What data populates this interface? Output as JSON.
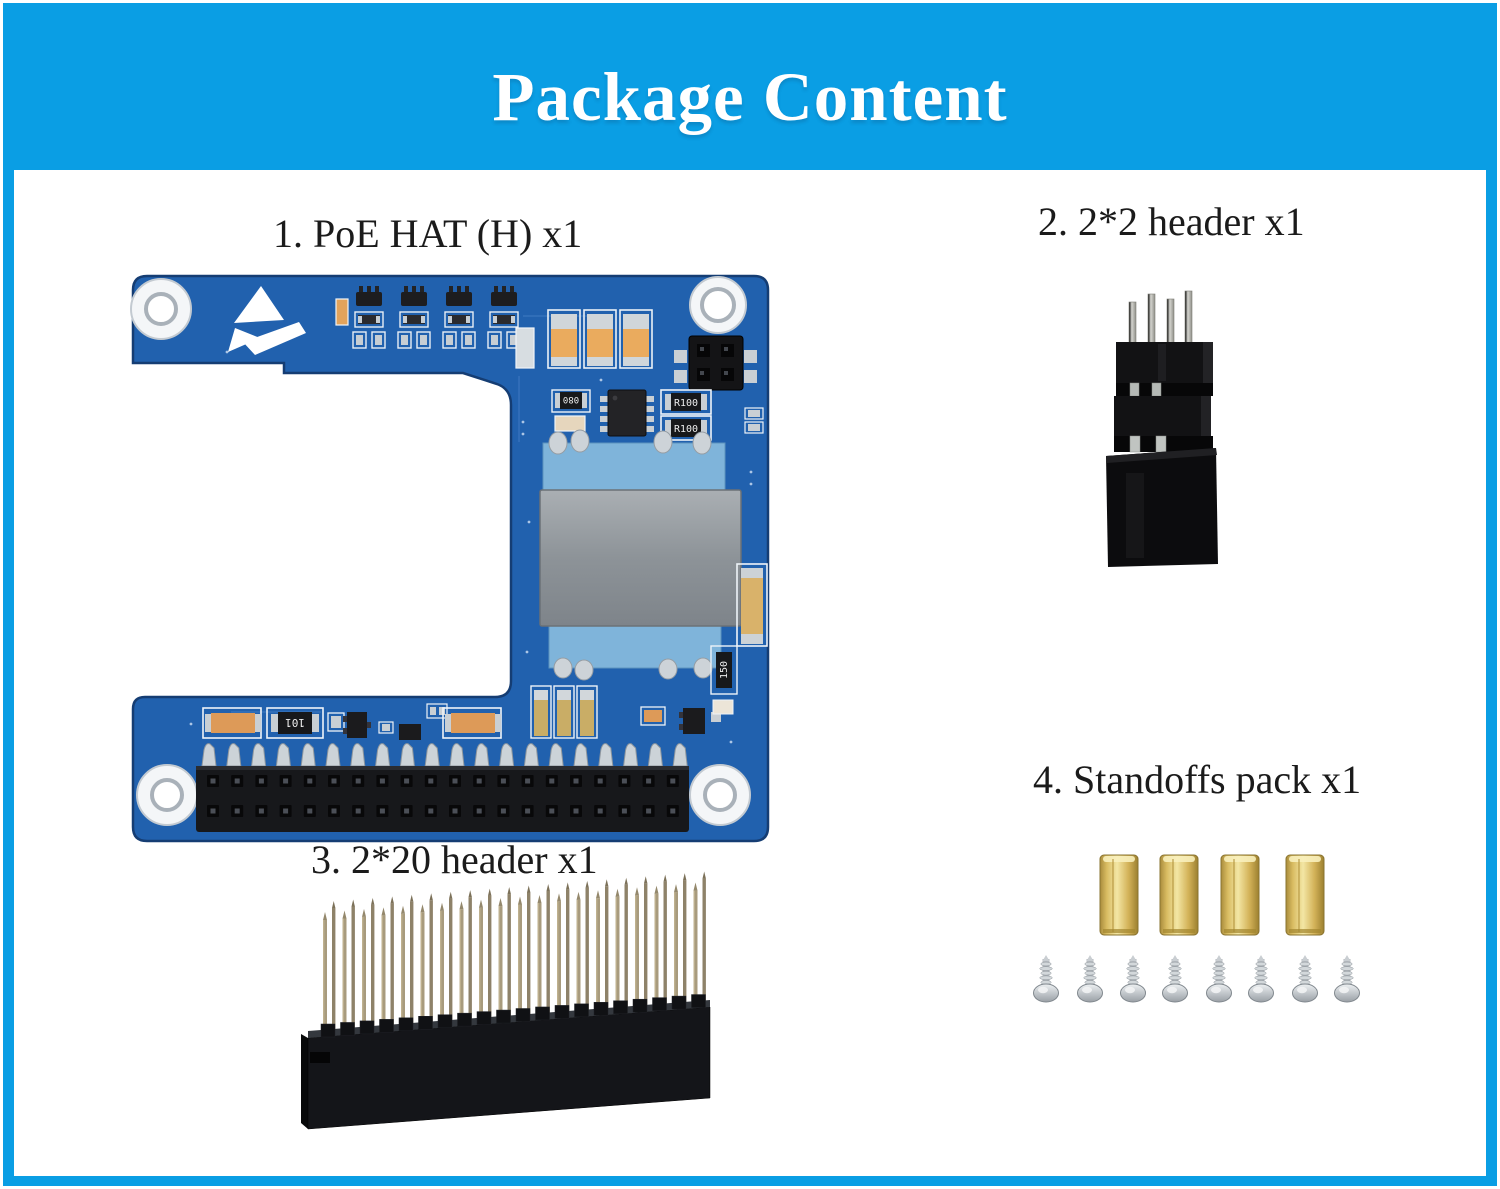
{
  "header": {
    "title": "Package Content"
  },
  "theme": {
    "accent": "#0a9ee4",
    "banner_text": "#ffffff",
    "label_text": "#1b1b1b",
    "page_bg": "#ffffff"
  },
  "items": [
    {
      "index": "1",
      "name": "PoE HAT (H)",
      "quantity": "x1",
      "label": "1. PoE HAT (H) x1"
    },
    {
      "index": "2",
      "name": "2*2 header",
      "quantity": "x1",
      "label": "2. 2*2 header x1"
    },
    {
      "index": "3",
      "name": "2*20 header",
      "quantity": "x1",
      "label": "3. 2*20 header x1"
    },
    {
      "index": "4",
      "name": "Standoffs pack",
      "quantity": "x1",
      "label": "4. Standoffs pack x1"
    }
  ],
  "figures": {
    "poe_hat": {
      "board_color": "#2161ae",
      "silkscreen": [
        "R100",
        "R100",
        "080",
        "101",
        "150"
      ],
      "gpio_pin_columns": 20,
      "gpio_pin_rows": 2,
      "top_transistor_groups": 4,
      "top_capacitors": 3,
      "mounting_holes": 4
    },
    "header_2x2": {
      "pins": 4
    },
    "header_2x20": {
      "pin_pairs": 20
    },
    "standoffs_pack": {
      "standoffs": 4,
      "screws": 8
    }
  }
}
